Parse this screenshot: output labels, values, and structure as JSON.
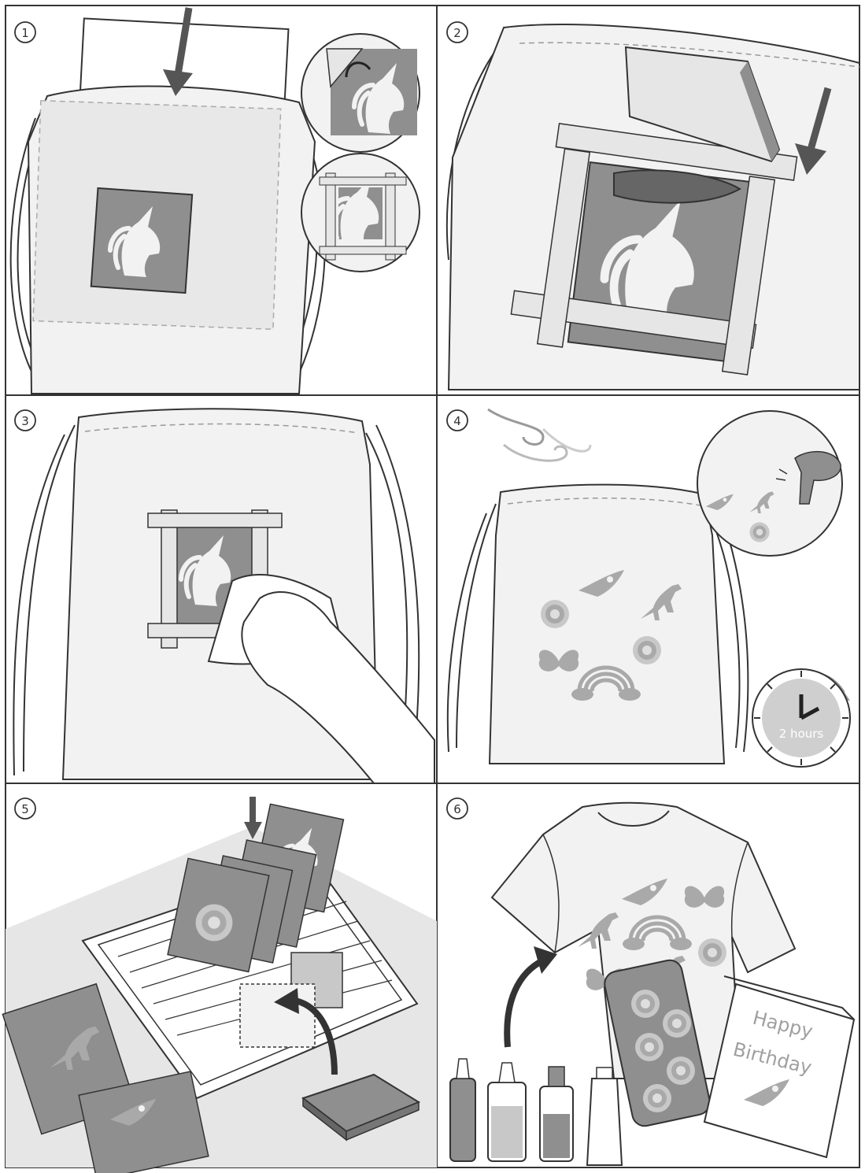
{
  "steps": [
    {
      "number": "1"
    },
    {
      "number": "2"
    },
    {
      "number": "3"
    },
    {
      "number": "4"
    },
    {
      "number": "5"
    },
    {
      "number": "6"
    }
  ],
  "clock": {
    "label": "2 hours"
  },
  "greeting_card": {
    "line1": "Happy",
    "line2": "Birthday"
  },
  "colors": {
    "ink": "#333333",
    "stencil": "#8f8f8f",
    "bag": "#f2f2f2",
    "tape": "#e6e6e6",
    "motif": "#bdbdbd"
  }
}
